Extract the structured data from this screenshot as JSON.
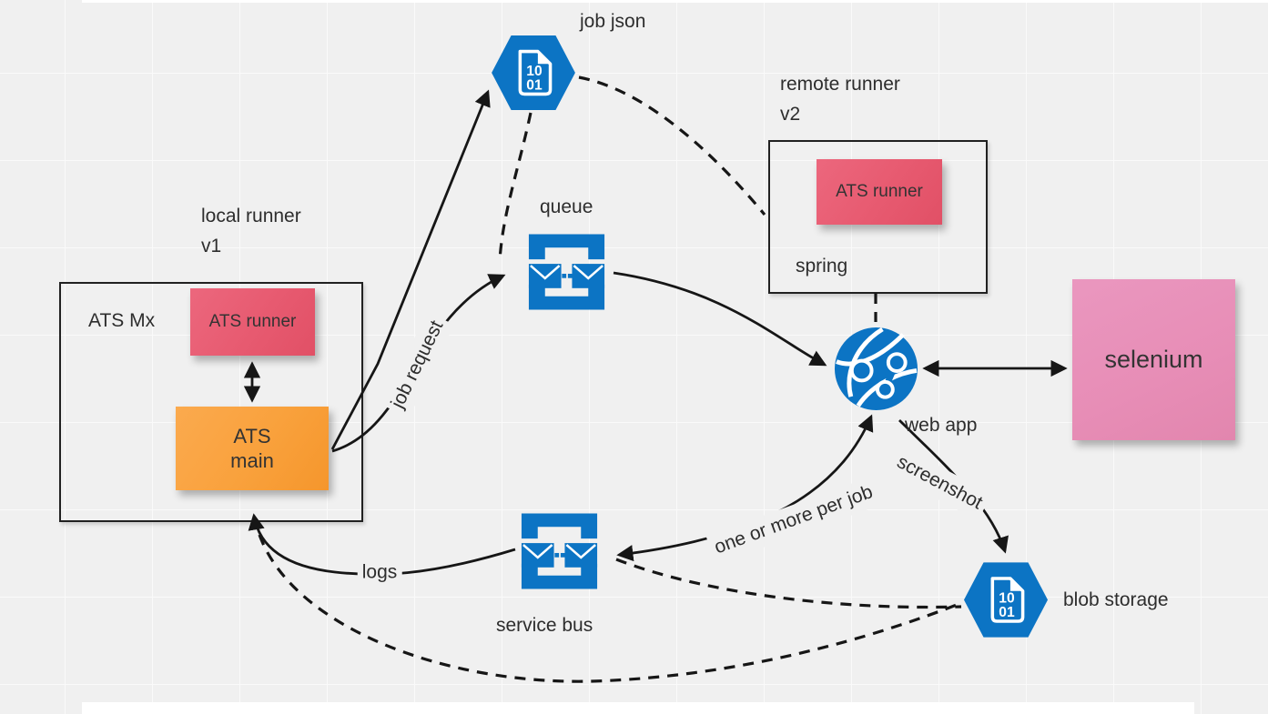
{
  "diagram": {
    "groups": {
      "local_runner": {
        "title_line1": "local runner",
        "title_line2": "v1",
        "inner_label": "ATS Mx",
        "sticky_runner": "ATS runner",
        "sticky_main_line1": "ATS",
        "sticky_main_line2": "main"
      },
      "remote_runner": {
        "title_line1": "remote runner",
        "title_line2": "v2",
        "sticky_runner": "ATS runner",
        "inner_label": "spring"
      }
    },
    "nodes": {
      "job_json": {
        "label": "job json",
        "doc_line1": "10",
        "doc_line2": "01"
      },
      "queue": {
        "label": "queue"
      },
      "service_bus": {
        "label": "service bus"
      },
      "web_app": {
        "label": "web app"
      },
      "blob_storage": {
        "label": "blob storage",
        "doc_line1": "10",
        "doc_line2": "01"
      },
      "selenium": {
        "label": "selenium"
      }
    },
    "edge_labels": {
      "job_request": "job request",
      "logs": "logs",
      "one_or_more": "one or more per job",
      "screenshot": "screenshot"
    },
    "colors": {
      "azure_blue": "#0c74c4",
      "edge_black": "#161616",
      "sticky_red": "#e75a70",
      "sticky_orange": "#f9a13c",
      "sticky_pink": "#e78db6",
      "canvas_bg": "#f0f0f0"
    }
  }
}
